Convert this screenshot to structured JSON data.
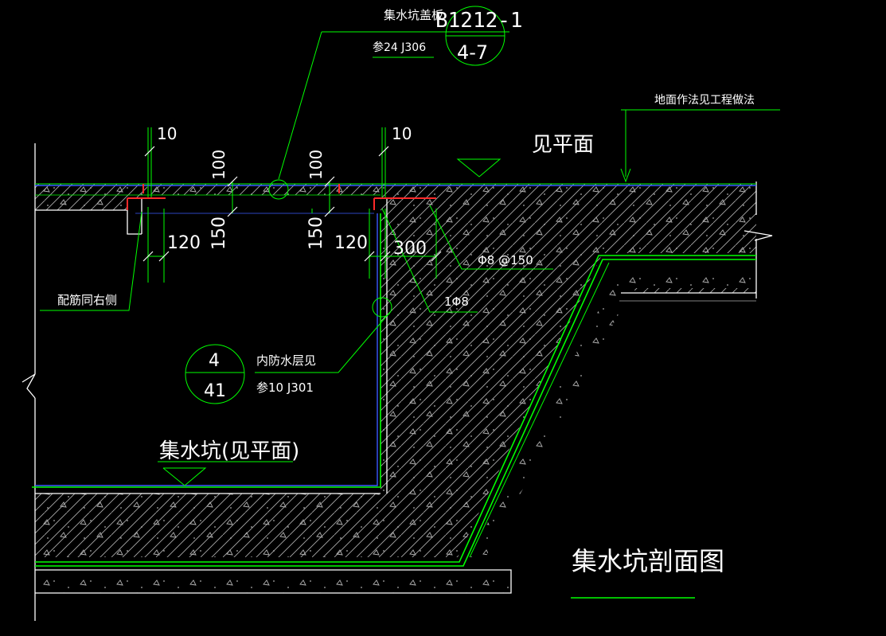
{
  "drawing": {
    "title": "集水坑剖面图",
    "pit_label": "集水坑(见平面)",
    "floor_note": "地面作法见工程做法",
    "see_plan": "见平面",
    "cover_note": "集水坑盖板",
    "cover_code": "B1212-1",
    "cover_ref": "参24 J306",
    "cover_detail": "4-7",
    "reinforcement_note": "配筋同右侧",
    "rebar_note_1": "Φ8 @150",
    "rebar_note_2": "1Φ8",
    "waterproof_note": "内防水层见",
    "waterproof_ref": "参10 J301",
    "detail_top": "4",
    "detail_bottom": "41",
    "dims": {
      "left_gap": "10",
      "right_gap": "10",
      "left_cover_thk": "100",
      "right_cover_thk": "100",
      "left_ledge_h": "150",
      "right_ledge_h": "150",
      "left_ledge_w": "120",
      "right_ledge_w": "120",
      "wall_w": "300"
    }
  },
  "colors": {
    "background": "#000000",
    "green": "#00ff00",
    "white": "#ffffff",
    "blue": "#3a5aff",
    "red": "#ff2a2a",
    "hatch": "#9a9a9a"
  }
}
